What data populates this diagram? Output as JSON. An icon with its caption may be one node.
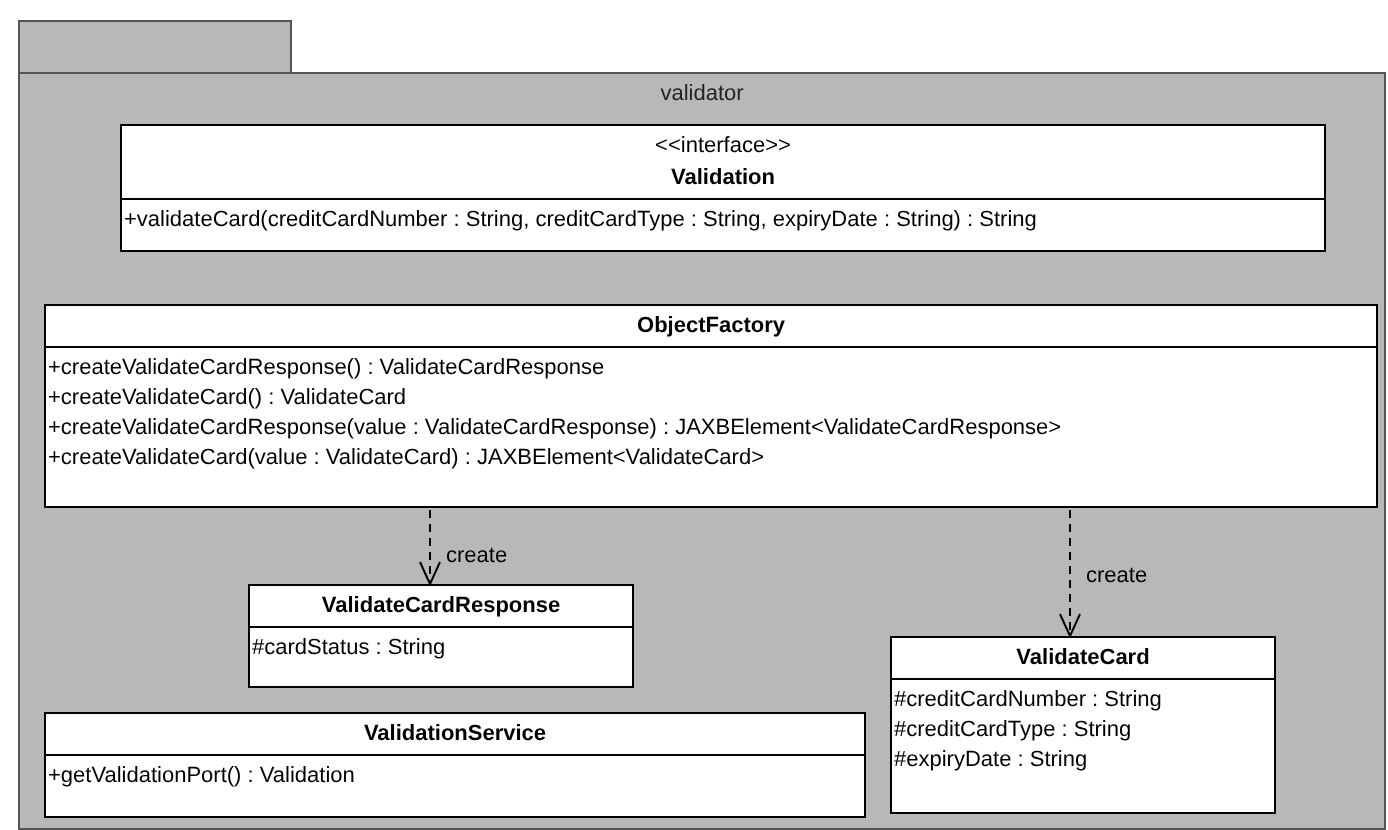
{
  "diagram": {
    "nodes": [
      {
        "text": [
          "validator"
        ]
      },
      {
        "text": [
          "<<interface>>",
          "Validation",
          "+validateCard(creditCardNumber : String, creditCardType : String, expiryDate : String) : String"
        ],
        "in": 0
      },
      {
        "text": [
          "ObjectFactory",
          "+createValidateCardResponse() : ValidateCardResponse",
          "+createValidateCard() : ValidateCard",
          "+createValidateCardResponse(value : ValidateCardResponse) : JAXBElement<ValidateCardResponse>",
          "+createValidateCard(value : ValidateCard) : JAXBElement<ValidateCard>"
        ],
        "in": 0
      },
      {
        "text": [
          "ValidateCardResponse",
          "#cardStatus : String"
        ],
        "in": 0
      },
      {
        "text": [
          "ValidationService",
          "+getValidationPort() : Validation"
        ],
        "in": 0
      },
      {
        "text": [
          "ValidateCard",
          "#creditCardNumber : String",
          "#creditCardType : String",
          "#expiryDate : String"
        ],
        "in": 0
      }
    ],
    "edges": [
      {
        "from": 2,
        "to": 3,
        "arrow": "to",
        "label": "create",
        "style": "dashed"
      },
      {
        "from": 2,
        "to": 5,
        "arrow": "to",
        "label": "create",
        "style": "dashed"
      }
    ]
  }
}
